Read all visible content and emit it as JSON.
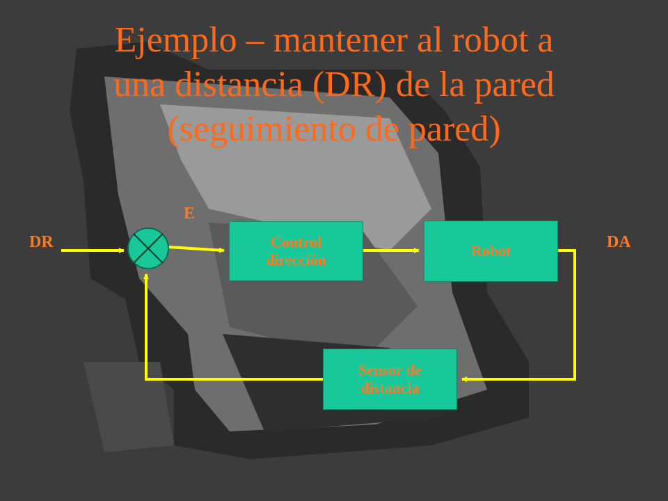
{
  "title": {
    "line1": "Ejemplo – mantener al robot a",
    "line2": "una distancia (DR) de la pared",
    "line3": "(seguimiento de pared)"
  },
  "labels": {
    "input": "DR",
    "error": "E",
    "output": "DA"
  },
  "blocks": {
    "controller": {
      "line1": "Control",
      "line2": "dirección"
    },
    "plant": {
      "line1": "Robot"
    },
    "sensor": {
      "line1": "Sensor de",
      "line2": "distancia"
    }
  },
  "colors": {
    "background": "#3c3c3c",
    "title": "#ff6a1a",
    "block_fill": "#18c79a",
    "block_text": "#ff7a22",
    "connector": "#ffff00",
    "summing_junction": "#18c79a"
  }
}
